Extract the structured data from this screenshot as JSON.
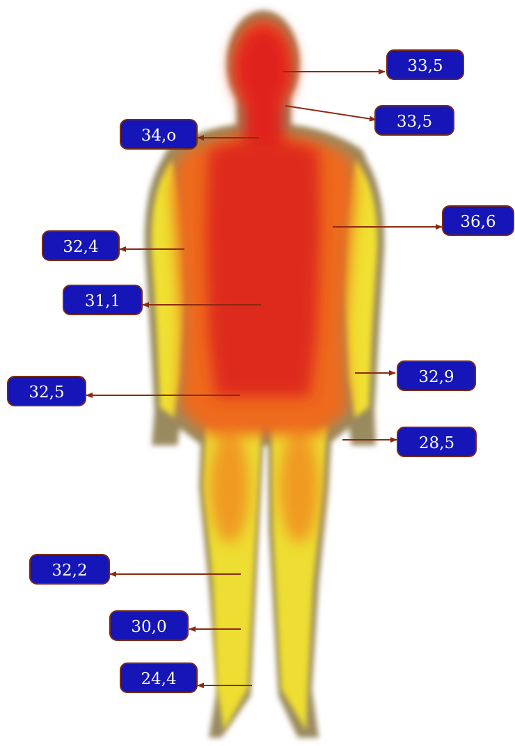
{
  "labels": [
    {
      "id": "head",
      "value": "33,5"
    },
    {
      "id": "neck",
      "value": "33,5"
    },
    {
      "id": "chest",
      "value": "34,о"
    },
    {
      "id": "left-upper-arm",
      "value": "36,6"
    },
    {
      "id": "right-upper-arm",
      "value": "32,4"
    },
    {
      "id": "abdomen",
      "value": "31,1"
    },
    {
      "id": "left-forearm",
      "value": "32,9"
    },
    {
      "id": "groin",
      "value": "32,5"
    },
    {
      "id": "left-hand",
      "value": "28,5"
    },
    {
      "id": "thigh",
      "value": "32,2"
    },
    {
      "id": "shin",
      "value": "30,0"
    },
    {
      "id": "ankle",
      "value": "24,4"
    }
  ],
  "colors": {
    "badge_fill": "#1515b8",
    "badge_border": "#7a2a10",
    "arrow": "#8b2a10",
    "hot": "#e0281e",
    "warm": "#ef7a1a",
    "cool": "#f2e42a"
  }
}
